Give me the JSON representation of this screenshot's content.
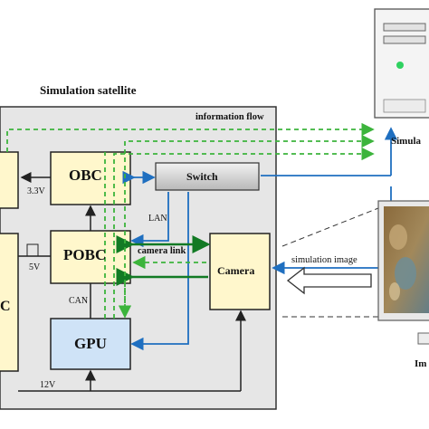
{
  "title": "Simulation satellite",
  "info_flow": "information flow",
  "blocks": {
    "obc": "OBC",
    "pobc": "POBC",
    "gpu": "GPU",
    "camera": "Camera",
    "switch": "Switch",
    "left_partial": "C"
  },
  "links": {
    "v33": "3.3V",
    "v5": "5V",
    "v12": "12V",
    "lan": "LAN",
    "can": "CAN",
    "camera_link": "camera link",
    "sim_image": "simulation image"
  },
  "right_labels": {
    "simulator": "Simula",
    "image": "Im"
  },
  "colors": {
    "panel_bg": "#e6e6e6",
    "block_yellow": "#fff7cc",
    "block_blue": "#cfe3f7",
    "green_dashed": "#3cb43c",
    "dark_green": "#127a24",
    "blue": "#1f6fc0"
  }
}
